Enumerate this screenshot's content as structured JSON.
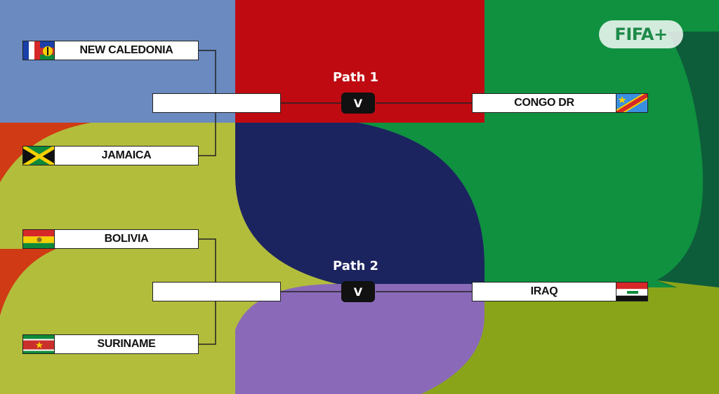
{
  "brand": {
    "logo_text": "FIFA+"
  },
  "colors": {
    "blue_panel": "#6a8ac0",
    "red_panel": "#c00a12",
    "green_panel": "#0f9140",
    "navy_panel": "#1c2460",
    "olive_panel": "#b3bd3c",
    "orange_panel": "#d03a14",
    "purple_panel": "#8a6ab8",
    "dark_green": "#0d5c3a",
    "lime_panel": "#8aa41a"
  },
  "paths": [
    {
      "label": "Path 1",
      "vs_label": "V",
      "semifinal": [
        {
          "name": "NEW CALEDONIA",
          "flag": "new-caledonia-flag"
        },
        {
          "name": "JAMAICA",
          "flag": "jamaica-flag"
        }
      ],
      "final_opponent": {
        "name": "CONGO DR",
        "flag": "congo-dr-flag"
      }
    },
    {
      "label": "Path 2",
      "vs_label": "V",
      "semifinal": [
        {
          "name": "BOLIVIA",
          "flag": "bolivia-flag"
        },
        {
          "name": "SURINAME",
          "flag": "suriname-flag"
        }
      ],
      "final_opponent": {
        "name": "IRAQ",
        "flag": "iraq-flag"
      }
    }
  ]
}
